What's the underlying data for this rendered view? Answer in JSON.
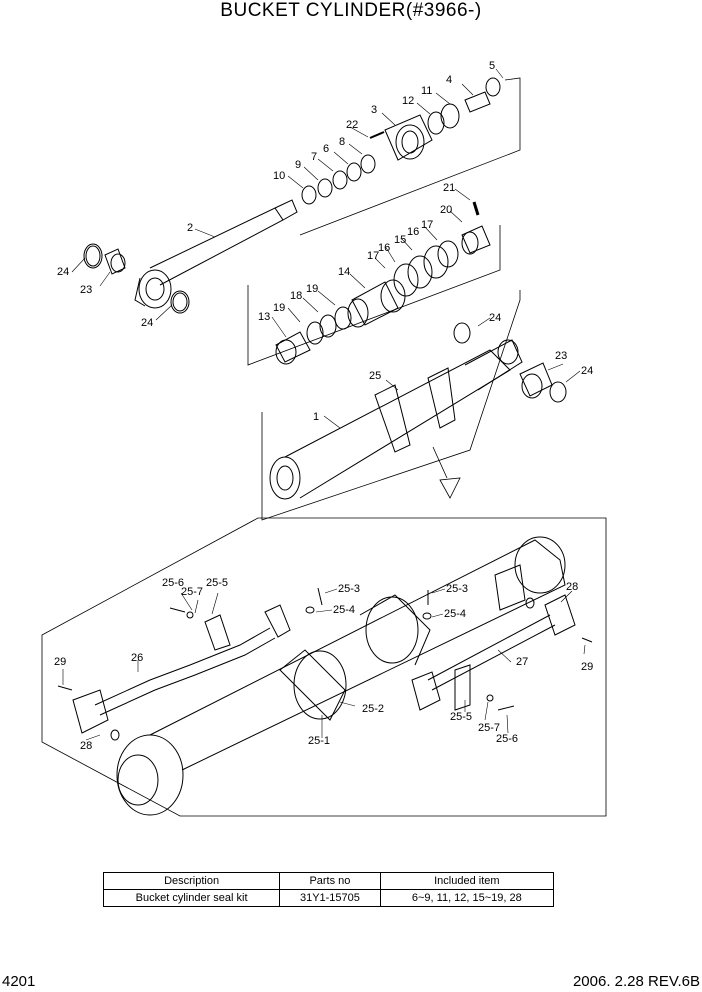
{
  "title": "BUCKET CYLINDER(#3966-)",
  "callouts": {
    "c1": "1",
    "c2": "2",
    "c3": "3",
    "c4": "4",
    "c5": "5",
    "c6": "6",
    "c7": "7",
    "c8": "8",
    "c9": "9",
    "c10": "10",
    "c11": "11",
    "c12": "12",
    "c13": "13",
    "c14": "14",
    "c15": "15",
    "c16": "16",
    "c17a": "17",
    "c17b": "17",
    "c18": "18",
    "c19a": "19",
    "c19b": "19",
    "c20": "20",
    "c21": "21",
    "c22": "22",
    "c23a": "23",
    "c23b": "23",
    "c24a": "24",
    "c24b": "24",
    "c24c": "24",
    "c24d": "24",
    "c25": "25",
    "c26": "26",
    "c27": "27",
    "c28a": "28",
    "c28b": "28",
    "c29a": "29",
    "c29b": "29",
    "c25_1": "25-1",
    "c25_2": "25-2",
    "c25_3a": "25-3",
    "c25_3b": "25-3",
    "c25_4a": "25-4",
    "c25_4b": "25-4",
    "c25_5a": "25-5",
    "c25_5b": "25-5",
    "c25_6a": "25-6",
    "c25_6b": "25-6",
    "c25_7a": "25-7",
    "c25_7b": "25-7"
  },
  "kit_table": {
    "headers": [
      "Description",
      "Parts no",
      "Included item"
    ],
    "row": [
      "Bucket  cylinder seal kit",
      "31Y1-15705",
      "6~9, 11, 12, 15~19, 28"
    ]
  },
  "footer": {
    "page": "4201",
    "revision": "2006. 2.28 REV.6B"
  }
}
